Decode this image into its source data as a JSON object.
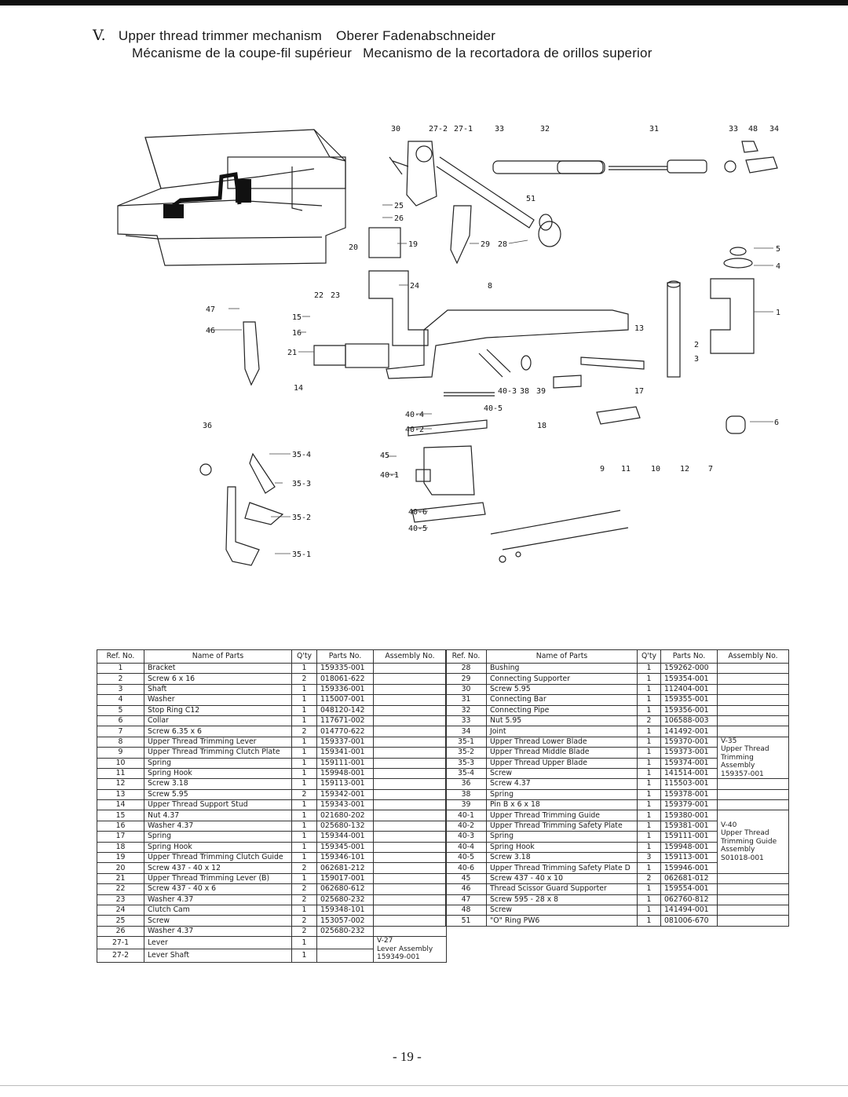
{
  "header": {
    "number": "V.",
    "title_en": "Upper thread trimmer mechanism",
    "title_de": "Oberer Fadenabschneider",
    "title_fr": "Mécanisme de la coupe-fil supérieur",
    "title_es": "Mecanismo de la recortadora de orillos superior"
  },
  "diagram": {
    "labels": {
      "l30": "30",
      "l27_2": "27-2",
      "l27_1": "27-1",
      "l33a": "33",
      "l32": "32",
      "l31": "31",
      "l33b": "33",
      "l48": "48",
      "l34": "34",
      "l25": "25",
      "l26": "26",
      "l51": "51",
      "l20": "20",
      "l19": "19",
      "l29": "29",
      "l28": "28",
      "l5": "5",
      "l4": "4",
      "l24": "24",
      "l8": "8",
      "l22": "22",
      "l23": "23",
      "l47": "47",
      "l15": "15",
      "l16": "16",
      "l46": "46",
      "l1": "1",
      "l13": "13",
      "l21": "21",
      "l2": "2",
      "l3": "3",
      "l14": "14",
      "l40_3": "40-3",
      "l38": "38",
      "l39": "39",
      "l17": "17",
      "l40_4": "40-4",
      "l40_5a": "40-5",
      "l40_2": "40-2",
      "l18": "18",
      "l6": "6",
      "l36": "36",
      "l35_4": "35-4",
      "l45": "45",
      "l40_1": "40-1",
      "l35_3": "35-3",
      "l9": "9",
      "l11": "11",
      "l10": "10",
      "l12": "12",
      "l7": "7",
      "l35_2": "35-2",
      "l40_6": "40-6",
      "l40_5b": "40-5",
      "l35_1": "35-1"
    }
  },
  "table": {
    "headers": [
      "Ref. No.",
      "Name of Parts",
      "Q'ty",
      "Parts No.",
      "Assembly No."
    ],
    "left_rows": [
      [
        "1",
        "Bracket",
        "1",
        "159335-001"
      ],
      [
        "2",
        "Screw 6 x 16",
        "2",
        "018061-622"
      ],
      [
        "3",
        "Shaft",
        "1",
        "159336-001"
      ],
      [
        "4",
        "Washer",
        "1",
        "115007-001"
      ],
      [
        "5",
        "Stop Ring C12",
        "1",
        "048120-142"
      ],
      [
        "6",
        "Collar",
        "1",
        "117671-002"
      ],
      [
        "7",
        "Screw 6.35 x 6",
        "2",
        "014770-622"
      ],
      [
        "8",
        "Upper Thread Trimming Lever",
        "1",
        "159337-001"
      ],
      [
        "9",
        "Upper Thread Trimming Clutch Plate",
        "1",
        "159341-001"
      ],
      [
        "10",
        "Spring",
        "1",
        "159111-001"
      ],
      [
        "11",
        "Spring Hook",
        "1",
        "159948-001"
      ],
      [
        "12",
        "Screw 3.18",
        "1",
        "159113-001"
      ],
      [
        "13",
        "Screw 5.95",
        "2",
        "159342-001"
      ],
      [
        "14",
        "Upper Thread Support Stud",
        "1",
        "159343-001"
      ],
      [
        "15",
        "Nut 4.37",
        "1",
        "021680-202"
      ],
      [
        "16",
        "Washer 4.37",
        "1",
        "025680-132"
      ],
      [
        "17",
        "Spring",
        "1",
        "159344-001"
      ],
      [
        "18",
        "Spring Hook",
        "1",
        "159345-001"
      ],
      [
        "19",
        "Upper Thread Trimming Clutch Guide",
        "1",
        "159346-101"
      ],
      [
        "20",
        "Screw 437 - 40 x 12",
        "2",
        "062681-212"
      ],
      [
        "21",
        "Upper Thread Trimming Lever (B)",
        "1",
        "159017-001"
      ],
      [
        "22",
        "Screw 437 - 40 x 6",
        "2",
        "062680-612"
      ],
      [
        "23",
        "Washer 4.37",
        "2",
        "025680-232"
      ],
      [
        "24",
        "Clutch Cam",
        "1",
        "159348-101"
      ],
      [
        "25",
        "Screw",
        "2",
        "153057-002"
      ],
      [
        "26",
        "Washer 4.37",
        "2",
        "025680-232"
      ],
      [
        "27-1",
        "Lever",
        "1",
        ""
      ],
      [
        "27-2",
        "Lever Shaft",
        "1",
        ""
      ]
    ],
    "left_assembly": "V-27\nLever Assembly\n159349-001",
    "right_rows": [
      [
        "28",
        "Bushing",
        "1",
        "159262-000"
      ],
      [
        "29",
        "Connecting Supporter",
        "1",
        "159354-001"
      ],
      [
        "30",
        "Screw 5.95",
        "1",
        "112404-001"
      ],
      [
        "31",
        "Connecting Bar",
        "1",
        "159355-001"
      ],
      [
        "32",
        "Connecting Pipe",
        "1",
        "159356-001"
      ],
      [
        "33",
        "Nut 5.95",
        "2",
        "106588-003"
      ],
      [
        "34",
        "Joint",
        "1",
        "141492-001"
      ],
      [
        "35-1",
        "Upper Thread Lower Blade",
        "1",
        "159370-001"
      ],
      [
        "35-2",
        "Upper Thread Middle Blade",
        "1",
        "159373-001"
      ],
      [
        "35-3",
        "Upper Thread Upper Blade",
        "1",
        "159374-001"
      ],
      [
        "35-4",
        "Screw",
        "1",
        "141514-001"
      ],
      [
        "36",
        "Screw 4.37",
        "1",
        "115503-001"
      ],
      [
        "38",
        "Spring",
        "1",
        "159378-001"
      ],
      [
        "39",
        "Pin B x 6 x 18",
        "1",
        "159379-001"
      ],
      [
        "40-1",
        "Upper Thread Trimming Guide",
        "1",
        "159380-001"
      ],
      [
        "40-2",
        "Upper Thread Trimming Safety Plate",
        "1",
        "159381-001"
      ],
      [
        "40-3",
        "Spring",
        "1",
        "159111-001"
      ],
      [
        "40-4",
        "Spring Hook",
        "1",
        "159948-001"
      ],
      [
        "40-5",
        "Screw 3.18",
        "3",
        "159113-001"
      ],
      [
        "40-6",
        "Upper Thread Trimming Safety Plate D",
        "1",
        "159946-001"
      ],
      [
        "45",
        "Screw 437 - 40 x 10",
        "2",
        "062681-012"
      ],
      [
        "46",
        "Thread Scissor Guard Supporter",
        "1",
        "159554-001"
      ],
      [
        "47",
        "Screw 595 - 28 x 8",
        "1",
        "062760-812"
      ],
      [
        "48",
        "Screw",
        "1",
        "141494-001"
      ],
      [
        "51",
        "\"O\" Ring PW6",
        "1",
        "081006-670"
      ]
    ],
    "right_assembly_1": "V-35\nUpper Thread Trimming Assembly\n159357-001",
    "right_assembly_2": "V-40\nUpper Thread Trimming Guide Assembly\nS01018-001"
  },
  "page_number": "- 19 -"
}
